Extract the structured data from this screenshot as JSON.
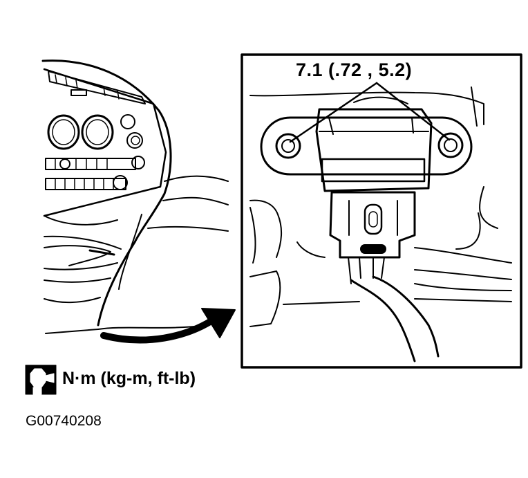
{
  "callout": {
    "torque_value": "7.1 (.72 , 5.2)"
  },
  "legend": {
    "icon": "torque-wrench-icon",
    "unit_text": "N·m (kg-m, ft-lb)"
  },
  "figure": {
    "code": "G00740208"
  }
}
